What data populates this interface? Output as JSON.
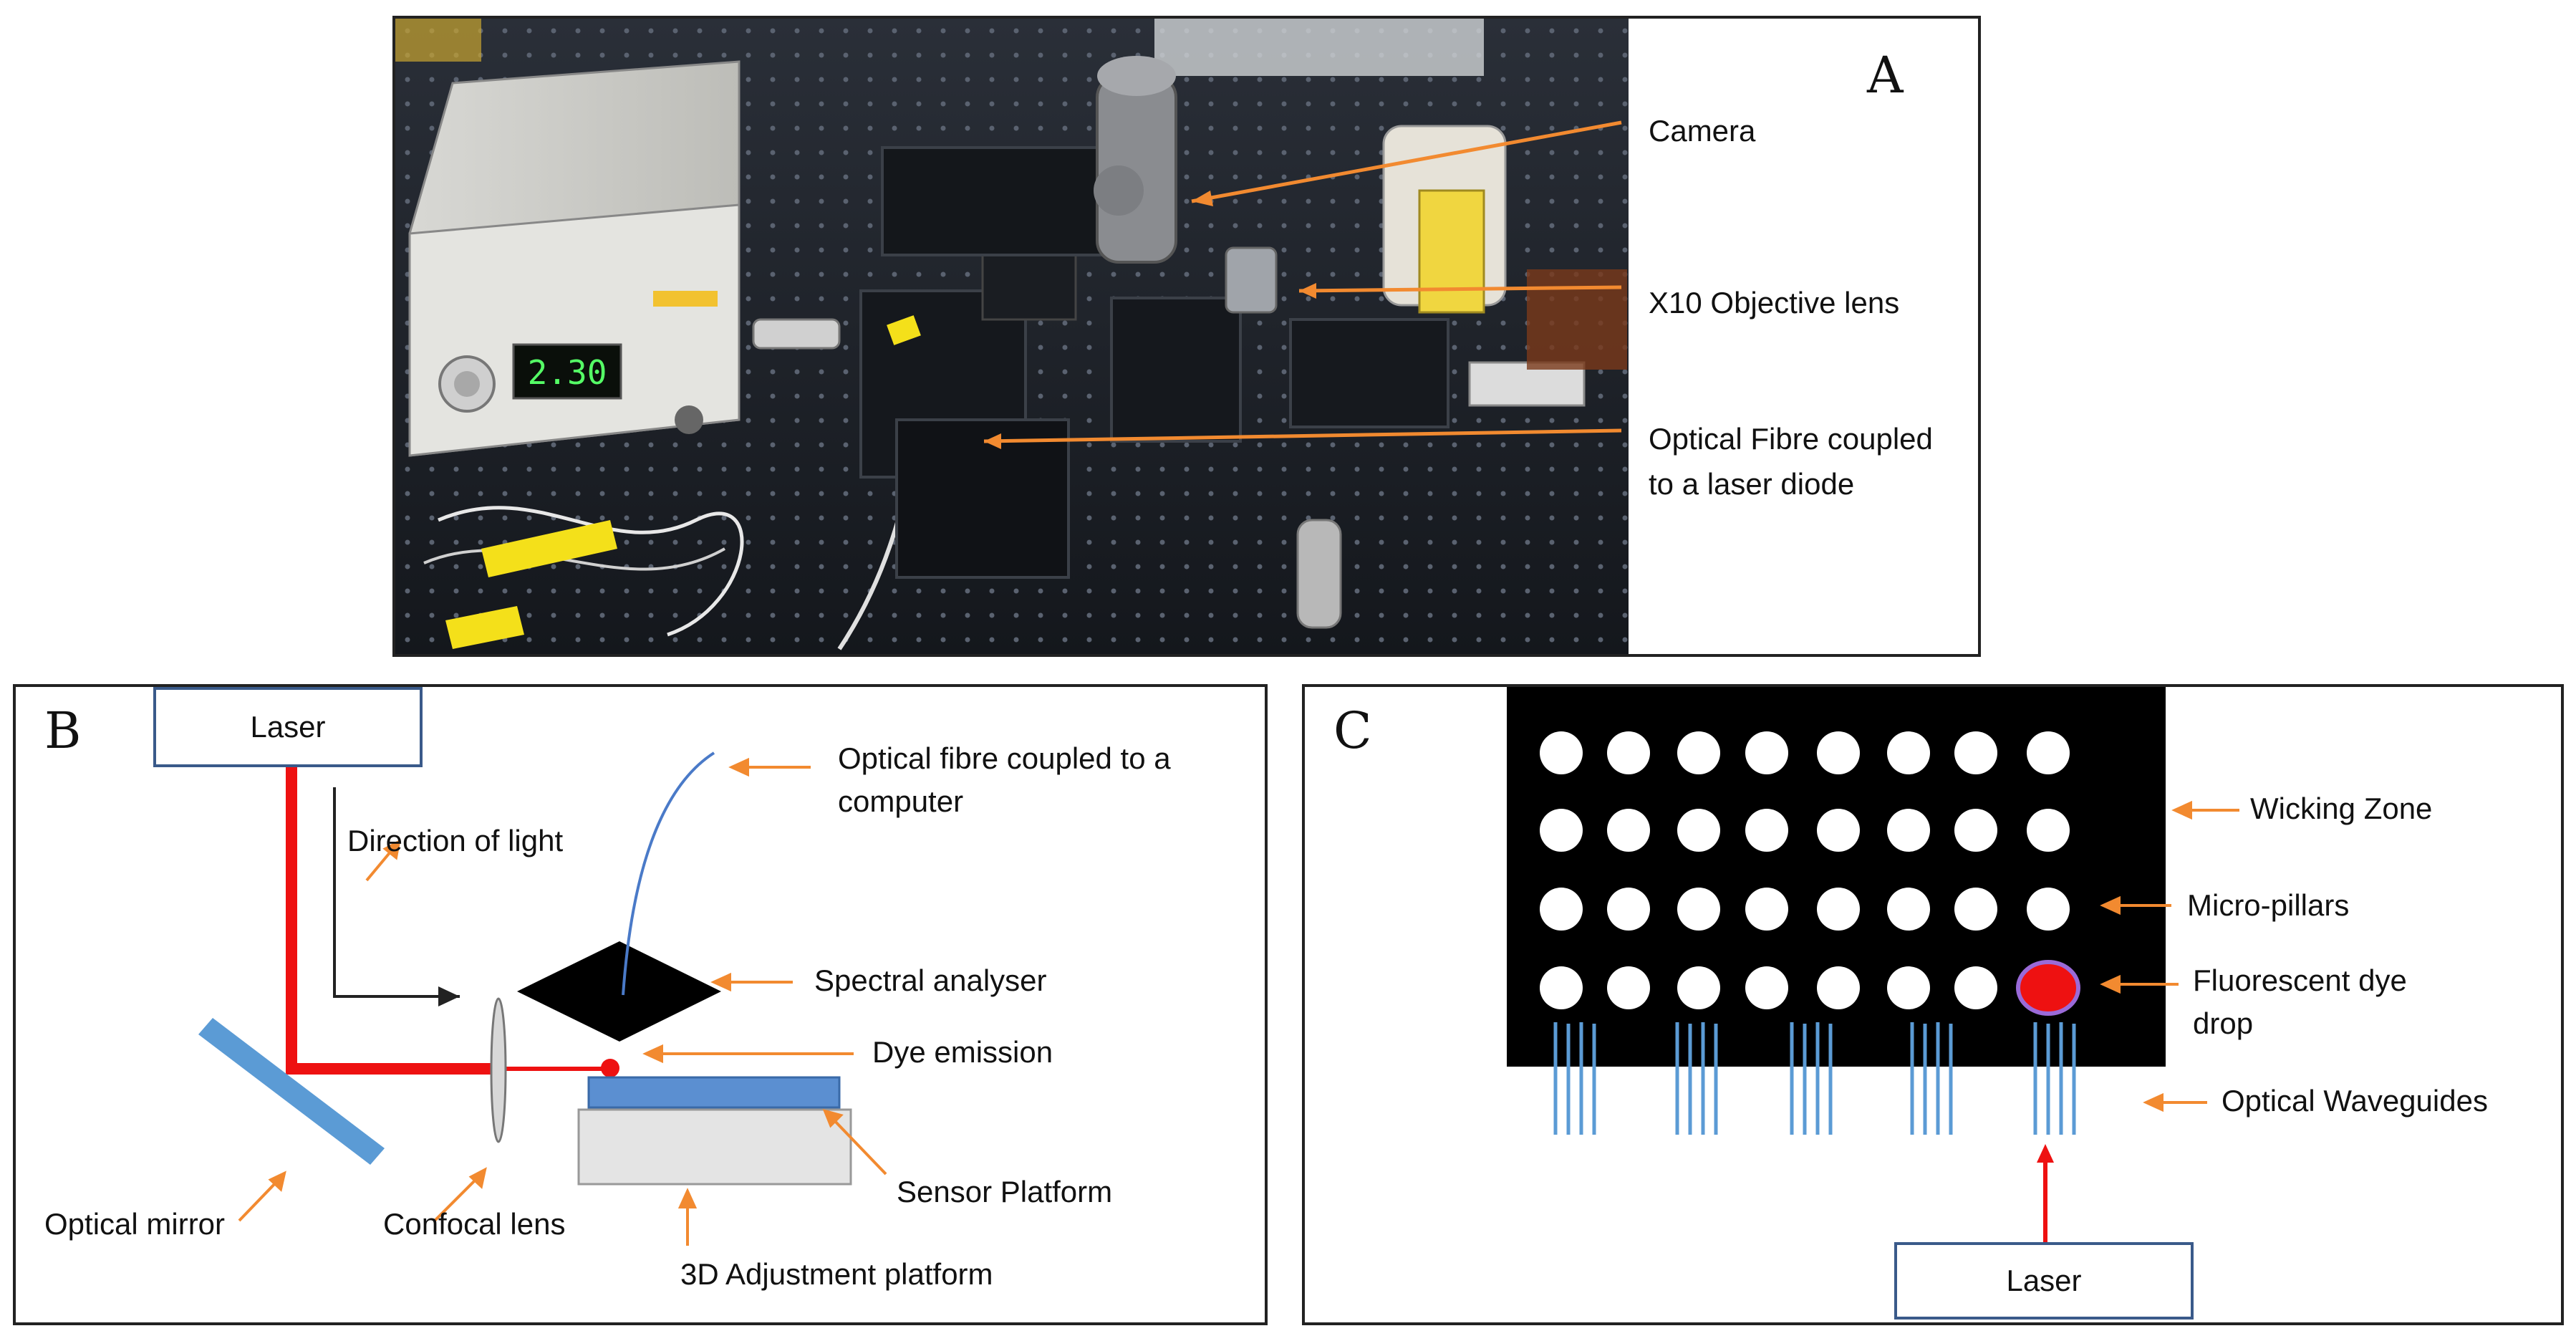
{
  "colors": {
    "arrow_orange": "#f28a30",
    "laser_red": "#ee1111",
    "fibre_blue": "#4a7ac8",
    "waveguide_blue": "#5b9bd5",
    "platform_blue": "#5b8fd1",
    "box_border": "#3a5a8a"
  },
  "panel_a": {
    "letter": "A",
    "photo_readout": "2.30",
    "labels": {
      "camera": "Camera",
      "objective": "X10 Objective lens",
      "fibre_line1": "Optical Fibre coupled",
      "fibre_line2": "to a laser diode"
    }
  },
  "panel_b": {
    "letter": "B",
    "laser": "Laser",
    "direction_of_light": "Direction of light",
    "fibre_line1": "Optical fibre coupled to a",
    "fibre_line2": "computer",
    "spectral_analyser": "Spectral analyser",
    "dye_emission": "Dye emission",
    "sensor_platform": "Sensor Platform",
    "optical_mirror": "Optical mirror",
    "confocal_lens": "Confocal lens",
    "adjustment_platform": "3D Adjustment platform"
  },
  "panel_c": {
    "letter": "C",
    "wicking_zone": "Wicking Zone",
    "micro_pillars": "Micro-pillars",
    "dye_line1": "Fluorescent dye",
    "dye_line2": "drop",
    "optical_waveguides": "Optical Waveguides",
    "laser": "Laser",
    "pillar_rows": 4,
    "pillar_cols": 8
  }
}
